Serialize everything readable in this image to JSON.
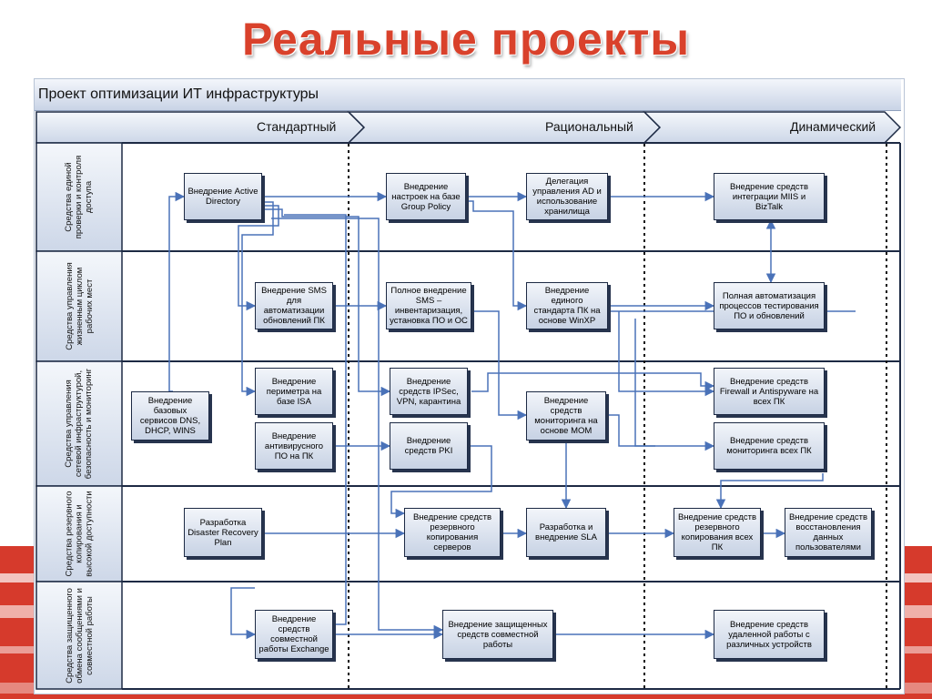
{
  "slide_title": "Реальные проекты",
  "project_title": "Проект оптимизации ИТ инфраструктуры",
  "phases": [
    "Стандартный",
    "Рациональный",
    "Динамический"
  ],
  "lanes": [
    "Средства единой\nпроверки и контроля\nдоступа",
    "Средства управления\nжизненным циклом\nрабочих мест",
    "Средства управления\nсетевой инфраструктурой,\nбезопасность и мониторинг",
    "Средства резервного\nкопирования и\nвысокой доступности",
    "Средства защищенного\nобмена сообщениями и\nсовместной работы"
  ],
  "nodes": {
    "ad": "Внедрение Active\nDirectory",
    "gp": "Внедрение\nнастроек на базе\nGroup Policy",
    "deleg": "Делегация\nуправления AD и\nиспользование\nхранилища",
    "miis": "Внедрение средств\nинтеграции MIIS и\nBizTalk",
    "sms": "Внедрение SMS\nдля\nавтоматизации\nобновлений ПК",
    "smsfull": "Полное внедрение\nSMS –\nинвентаризация,\nустановка ПО и ОС",
    "winxp": "Внедрение\nединого\nстандарта ПК на\nоснове WinXP",
    "auto": "Полная автоматизация\nпроцессов тестирования\nПО и обновлений",
    "dns": "Внедрение\nбазовых\nсервисов DNS,\nDHCP, WINS",
    "isa": "Внедрение\nпериметра на\nбазе ISA",
    "ipsec": "Внедрение\nсредств IPSec,\nVPN, карантина",
    "firewall": "Внедрение средств\nFirewall и Antispyware на\nвсех ПК",
    "antivirus": "Внедрение\nантивирусного\nПО на ПК",
    "pki": "Внедрение\nсредств PKI",
    "mom": "Внедрение\nсредств\nмониторинга на\nоснове MOM",
    "monall": "Внедрение средств\nмониторинга всех ПК",
    "drp": "Разработка\nDisaster Recovery\nPlan",
    "backupsrv": "Внедрение средств\nрезервного\nкопирования\nсерверов",
    "sla": "Разработка и\nвнедрение SLA",
    "backuppc": "Внедрение средств\nрезервного\nкопирования всех\nПК",
    "restore": "Внедрение средств\nвосстановления\nданных\nпользователями",
    "exchange": "Внедрение\nсредств\nсовместной\nработы Exchange",
    "collab": "Внедрение защищенных\nсредств совместной\nработы",
    "remote": "Внедрение средств\nудаленной работы с\nразличных устройств"
  },
  "colors": {
    "title": "#d9412b",
    "connector": "#4a72b8",
    "node_border": "#1d2a44",
    "grid": "#1d2a44"
  }
}
